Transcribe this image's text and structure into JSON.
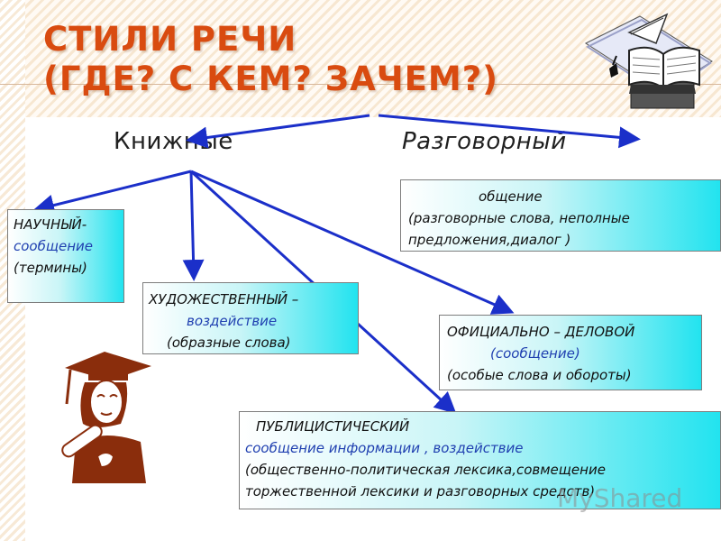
{
  "title": {
    "line1": "СТИЛИ РЕЧИ",
    "line2": "(ГДЕ? С КЕМ? ЗАЧЕМ?)"
  },
  "top_labels": {
    "books": "Книжные",
    "talk": "Разговорный"
  },
  "boxes": {
    "science": {
      "line1": "НАУЧНЫЙ-",
      "line2": "сообщение",
      "line3": "(термины)"
    },
    "art": {
      "line1": "ХУДОЖЕСТВЕННЫЙ –",
      "line2": "воздействие",
      "line3": "(образные слова)"
    },
    "conversational": {
      "line1": "общение",
      "line2": "(разговорные слова, неполные",
      "line3": "предложения,диалог )"
    },
    "official": {
      "line1": "ОФИЦИАЛЬНО – ДЕЛОВОЙ",
      "line2": "(сообщение)",
      "line3": "(особые слова и обороты)"
    },
    "publicistic": {
      "line1": "ПУБЛИЦИСТИЧЕСКИЙ",
      "line2": "сообщение информации , воздействие",
      "line3": "(общественно-политическая лексика,совмещение",
      "line4": "торжественной лексики и разговорных средств)"
    }
  },
  "watermark": "MyShared",
  "colors": {
    "title": "#d94b10",
    "arrow": "#1b2fc9",
    "box_gradient_end": "#22e3ef",
    "accent_text": "#1f3fb0"
  },
  "icons": [
    "book-quill-icon",
    "graduate-icon"
  ]
}
